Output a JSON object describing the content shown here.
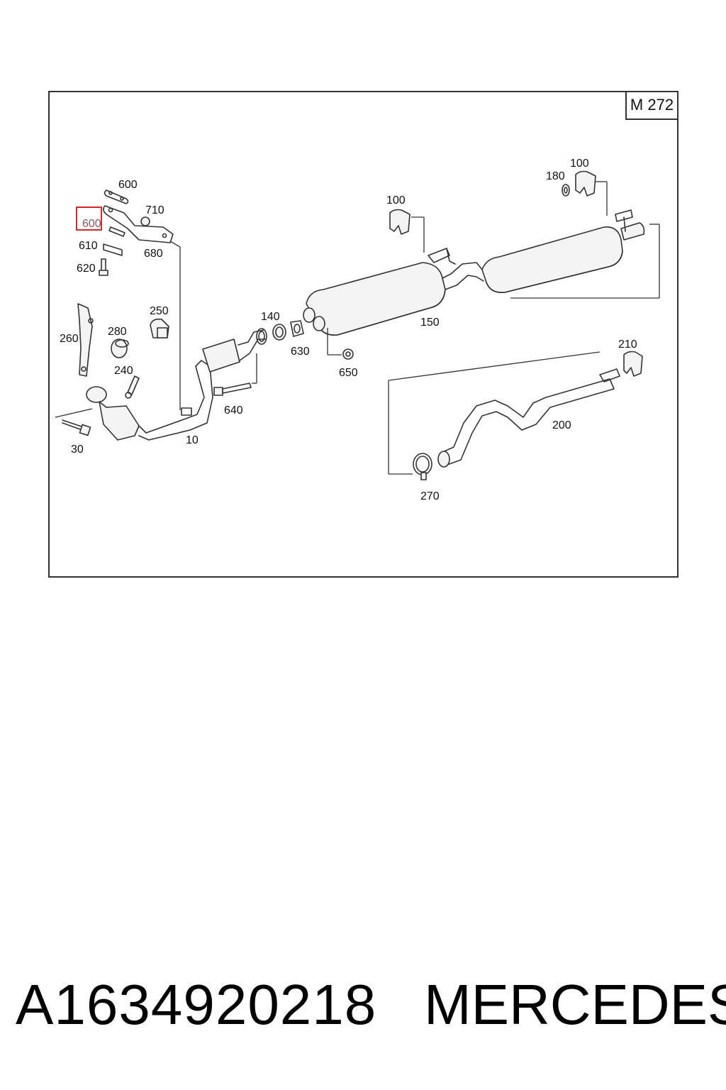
{
  "model_code": "M 272",
  "highlighted_label": "600",
  "highlight_color": "#d62828",
  "callouts": {
    "c600": "600",
    "c710": "710",
    "c610": "610",
    "c680": "680",
    "c620": "620",
    "c260": "260",
    "c250": "250",
    "c280": "280",
    "c240": "240",
    "c30": "30",
    "c10": "10",
    "c640": "640",
    "c140": "140",
    "c630": "630",
    "c650": "650",
    "c150": "150",
    "c100a": "100",
    "c100b": "100",
    "c180": "180",
    "c210": "210",
    "c200": "200",
    "c270": "270"
  },
  "footer": {
    "part_number": "A1634920218",
    "brand": "MERCEDES"
  }
}
